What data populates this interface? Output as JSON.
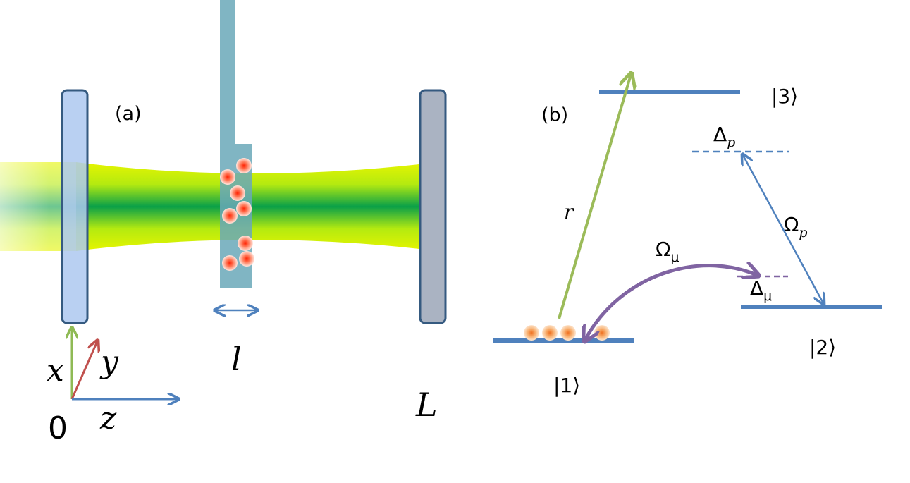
{
  "panel_a": {
    "label": "(a)",
    "axes": {
      "x": "x",
      "y": "y",
      "z": "z",
      "origin": "0"
    },
    "cell_length_label": "l",
    "cavity_length_label": "L",
    "colors": {
      "mirror_left": "#adc8f0",
      "mirror_right": "#aab3c2",
      "mirror_stroke": "#355a80",
      "cell": "#6aa8b8",
      "beam_core": "#10b050",
      "beam_edge": "#d8f000",
      "atom": "#ff4a2a",
      "axis_x": "#8fba55",
      "axis_y": "#c0504d",
      "axis_z": "#4f81bd"
    },
    "atom_count": 8
  },
  "panel_b": {
    "label": "(b)",
    "levels": {
      "ket1": "|1⟩",
      "ket2": "|2⟩",
      "ket3": "|3⟩"
    },
    "transitions": {
      "r": "r",
      "omega_p": {
        "base": "Ω",
        "sub": "p"
      },
      "omega_mu": {
        "base": "Ω",
        "sub": "μ"
      }
    },
    "detunings": {
      "delta_p": {
        "base": "Δ",
        "sub": "p"
      },
      "delta_mu": {
        "base": "Δ",
        "sub": "μ"
      }
    },
    "colors": {
      "level": "#4f81bd",
      "r_arrow": "#9bbb59",
      "p_arrow": "#4f81bd",
      "mu_arrow": "#8064a2",
      "atom": "#f79646"
    },
    "atom_count": 4
  }
}
